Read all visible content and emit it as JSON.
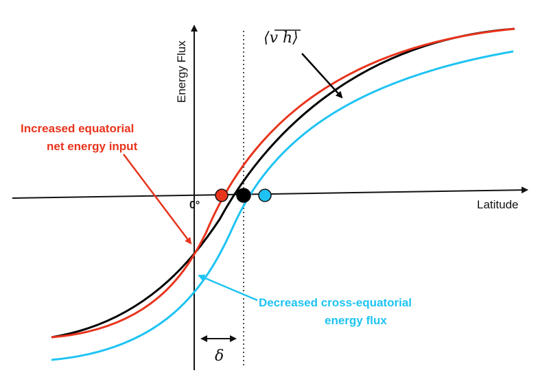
{
  "axes": {
    "y_label": "Energy Flux",
    "x_label": "Latitude",
    "origin_label": "0°"
  },
  "labels": {
    "curve_label_main": "⟨v h⟩",
    "red_annotation_line1": "Increased equatorial",
    "red_annotation_line2": "net energy input",
    "blue_annotation_line1": "Decreased cross-equatorial",
    "blue_annotation_line2": "energy flux",
    "delta": "δ"
  },
  "colors": {
    "red": "#e8341c",
    "black": "#000000",
    "blue": "#1ec3f3",
    "axis": "#111111"
  }
}
